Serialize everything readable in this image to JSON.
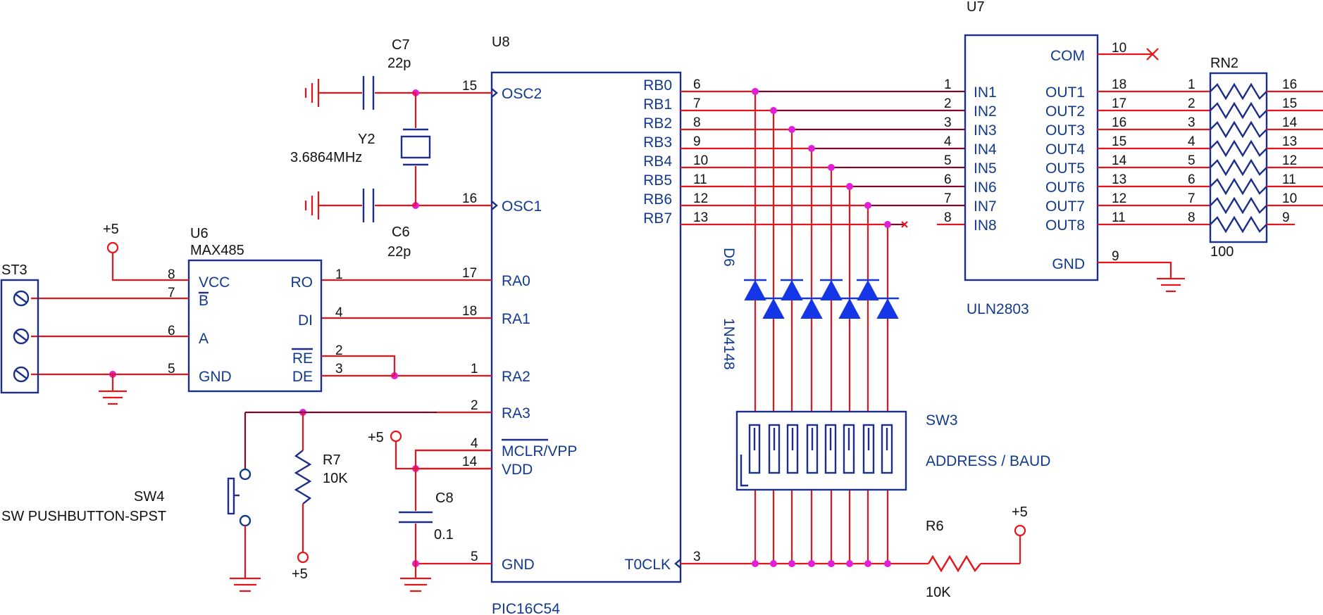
{
  "u8": {
    "ref": "U8",
    "part": "PIC16C54",
    "pins_left": [
      {
        "name": "OSC2",
        "num": "15"
      },
      {
        "name": "OSC1",
        "num": "16"
      },
      {
        "name": "RA0",
        "num": "17"
      },
      {
        "name": "RA1",
        "num": "18"
      },
      {
        "name": "RA2",
        "num": "1"
      },
      {
        "name": "RA3",
        "num": "2"
      },
      {
        "name": "MCLR/VPP",
        "num": "4"
      },
      {
        "name": "VDD",
        "num": "14"
      },
      {
        "name": "GND",
        "num": "5"
      }
    ],
    "pins_right": [
      {
        "name": "RB0",
        "num": "6"
      },
      {
        "name": "RB1",
        "num": "7"
      },
      {
        "name": "RB2",
        "num": "8"
      },
      {
        "name": "RB3",
        "num": "9"
      },
      {
        "name": "RB4",
        "num": "10"
      },
      {
        "name": "RB5",
        "num": "11"
      },
      {
        "name": "RB6",
        "num": "12"
      },
      {
        "name": "RB7",
        "num": "13"
      },
      {
        "name": "T0CLK",
        "num": "3"
      }
    ]
  },
  "u7": {
    "ref": "U7",
    "part": "ULN2803",
    "inputs": [
      {
        "name": "IN1",
        "num": "1"
      },
      {
        "name": "IN2",
        "num": "2"
      },
      {
        "name": "IN3",
        "num": "3"
      },
      {
        "name": "IN4",
        "num": "4"
      },
      {
        "name": "IN5",
        "num": "5"
      },
      {
        "name": "IN6",
        "num": "6"
      },
      {
        "name": "IN7",
        "num": "7"
      },
      {
        "name": "IN8",
        "num": "8"
      }
    ],
    "outputs": [
      {
        "name": "OUT1",
        "num": "18"
      },
      {
        "name": "OUT2",
        "num": "17"
      },
      {
        "name": "OUT3",
        "num": "16"
      },
      {
        "name": "OUT4",
        "num": "15"
      },
      {
        "name": "OUT5",
        "num": "14"
      },
      {
        "name": "OUT6",
        "num": "13"
      },
      {
        "name": "OUT7",
        "num": "12"
      },
      {
        "name": "OUT8",
        "num": "11"
      }
    ],
    "com": {
      "name": "COM",
      "num": "10"
    },
    "gnd": {
      "name": "GND",
      "num": "9"
    }
  },
  "rn2": {
    "ref": "RN2",
    "value": "100",
    "left_pins": [
      "1",
      "2",
      "3",
      "4",
      "5",
      "6",
      "7",
      "8"
    ],
    "right_pins": [
      "16",
      "15",
      "14",
      "13",
      "12",
      "11",
      "10",
      "9"
    ]
  },
  "u6": {
    "ref": "U6",
    "part": "MAX485",
    "pins_left": [
      {
        "name": "VCC",
        "num": "8"
      },
      {
        "name": "B",
        "num": "7"
      },
      {
        "name": "A",
        "num": "6"
      },
      {
        "name": "GND",
        "num": "5"
      }
    ],
    "pins_right": [
      {
        "name": "RO",
        "num": "1"
      },
      {
        "name": "DI",
        "num": "4"
      },
      {
        "name": "RE",
        "num": "2"
      },
      {
        "name": "DE",
        "num": "3"
      }
    ]
  },
  "st3": {
    "ref": "ST3"
  },
  "c7": {
    "ref": "C7",
    "value": "22p"
  },
  "c6": {
    "ref": "C6",
    "value": "22p"
  },
  "y2": {
    "ref": "Y2",
    "value": "3.6864MHz"
  },
  "c8": {
    "ref": "C8",
    "value": "0.1"
  },
  "r7": {
    "ref": "R7",
    "value": "10K"
  },
  "r6": {
    "ref": "R6",
    "value": "10K"
  },
  "sw4": {
    "ref": "SW4",
    "value": "SW PUSHBUTTON-SPST"
  },
  "sw3": {
    "ref": "SW3",
    "value": "ADDRESS / BAUD"
  },
  "d6": {
    "ref": "D6",
    "value": "1N4148"
  },
  "power": {
    "vcc_label": "+5"
  },
  "colors": {
    "wire": "#e8141b",
    "net": "#7a0a2a",
    "component": "#1a2e8a",
    "junction": "#e01fd6",
    "diode": "#1436e6",
    "label": "#123a8c",
    "pin_number": "#111111",
    "background": "#ffffff"
  }
}
